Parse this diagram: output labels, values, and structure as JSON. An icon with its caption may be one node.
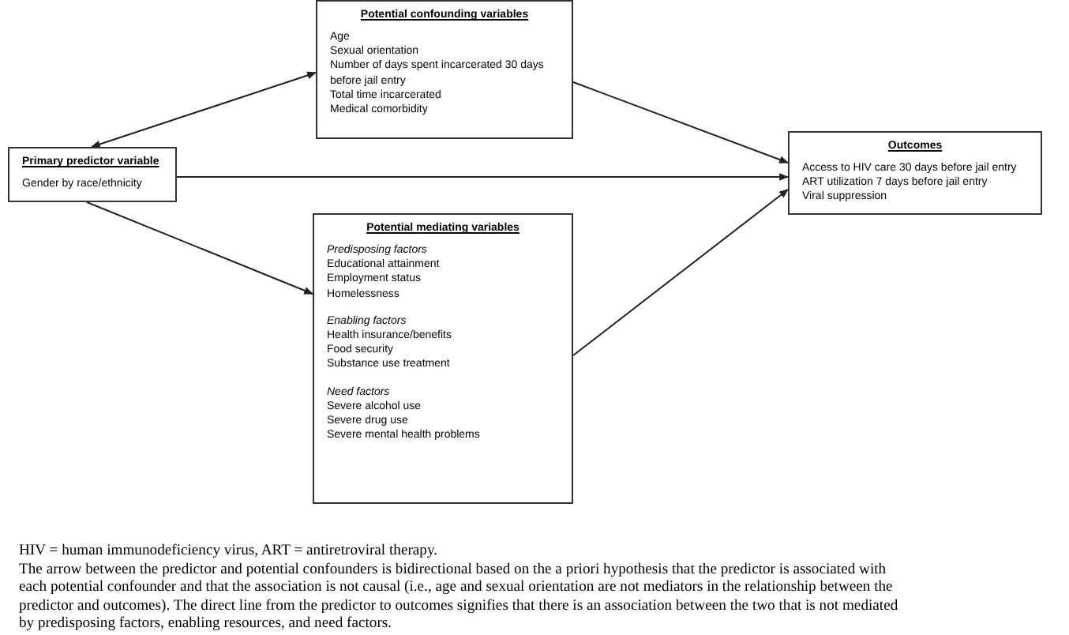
{
  "diagram": {
    "nodes": [
      {
        "text": [
          "Potential confounding variables",
          "Age",
          "Sexual orientation",
          "Number of days spent incarcerated 30 days before jail entry",
          "Total time incarcerated",
          "Medical comorbidity"
        ]
      },
      {
        "text": [
          "Primary predictor variable",
          "Gender by race/ethnicity"
        ]
      },
      {
        "text": [
          "Outcomes",
          "Access to HIV care 30 days before jail entry",
          "ART utilization 7 days before jail entry",
          "Viral suppression"
        ]
      },
      {
        "text": [
          "Potential mediating variables",
          "*Predisposing factors*",
          "Educational attainment",
          "Employment status",
          "Homelessness",
          "*Enabling factors*",
          "Health insurance/benefits",
          "Food security",
          "Substance use treatment",
          "*Need factors*",
          "Severe alcohol use",
          "Severe drug use",
          "Severe mental health problems"
        ]
      }
    ],
    "edges": [
      {
        "from": 1,
        "to": 0,
        "arrow": "both"
      },
      {
        "from": 1,
        "to": 2,
        "arrow": "to"
      },
      {
        "from": 1,
        "to": 3,
        "arrow": "to"
      },
      {
        "from": 0,
        "to": 2,
        "arrow": "to"
      },
      {
        "from": 3,
        "to": 2,
        "arrow": "to"
      }
    ],
    "labels": [
      "HIV = human immunodeficiency virus, ART = antiretroviral therapy.",
      "The arrow between the predictor and potential confounders is bidirectional based on the a priori hypothesis that the predictor is associated with each potential confounder and that the association is not causal (i.e., age and sexual orientation are not mediators in the relationship between the predictor and outcomes). The direct line from the predictor to outcomes signifies that there is an association between the two that is not mediated by predisposing factors, enabling resources, and need factors."
    ]
  }
}
